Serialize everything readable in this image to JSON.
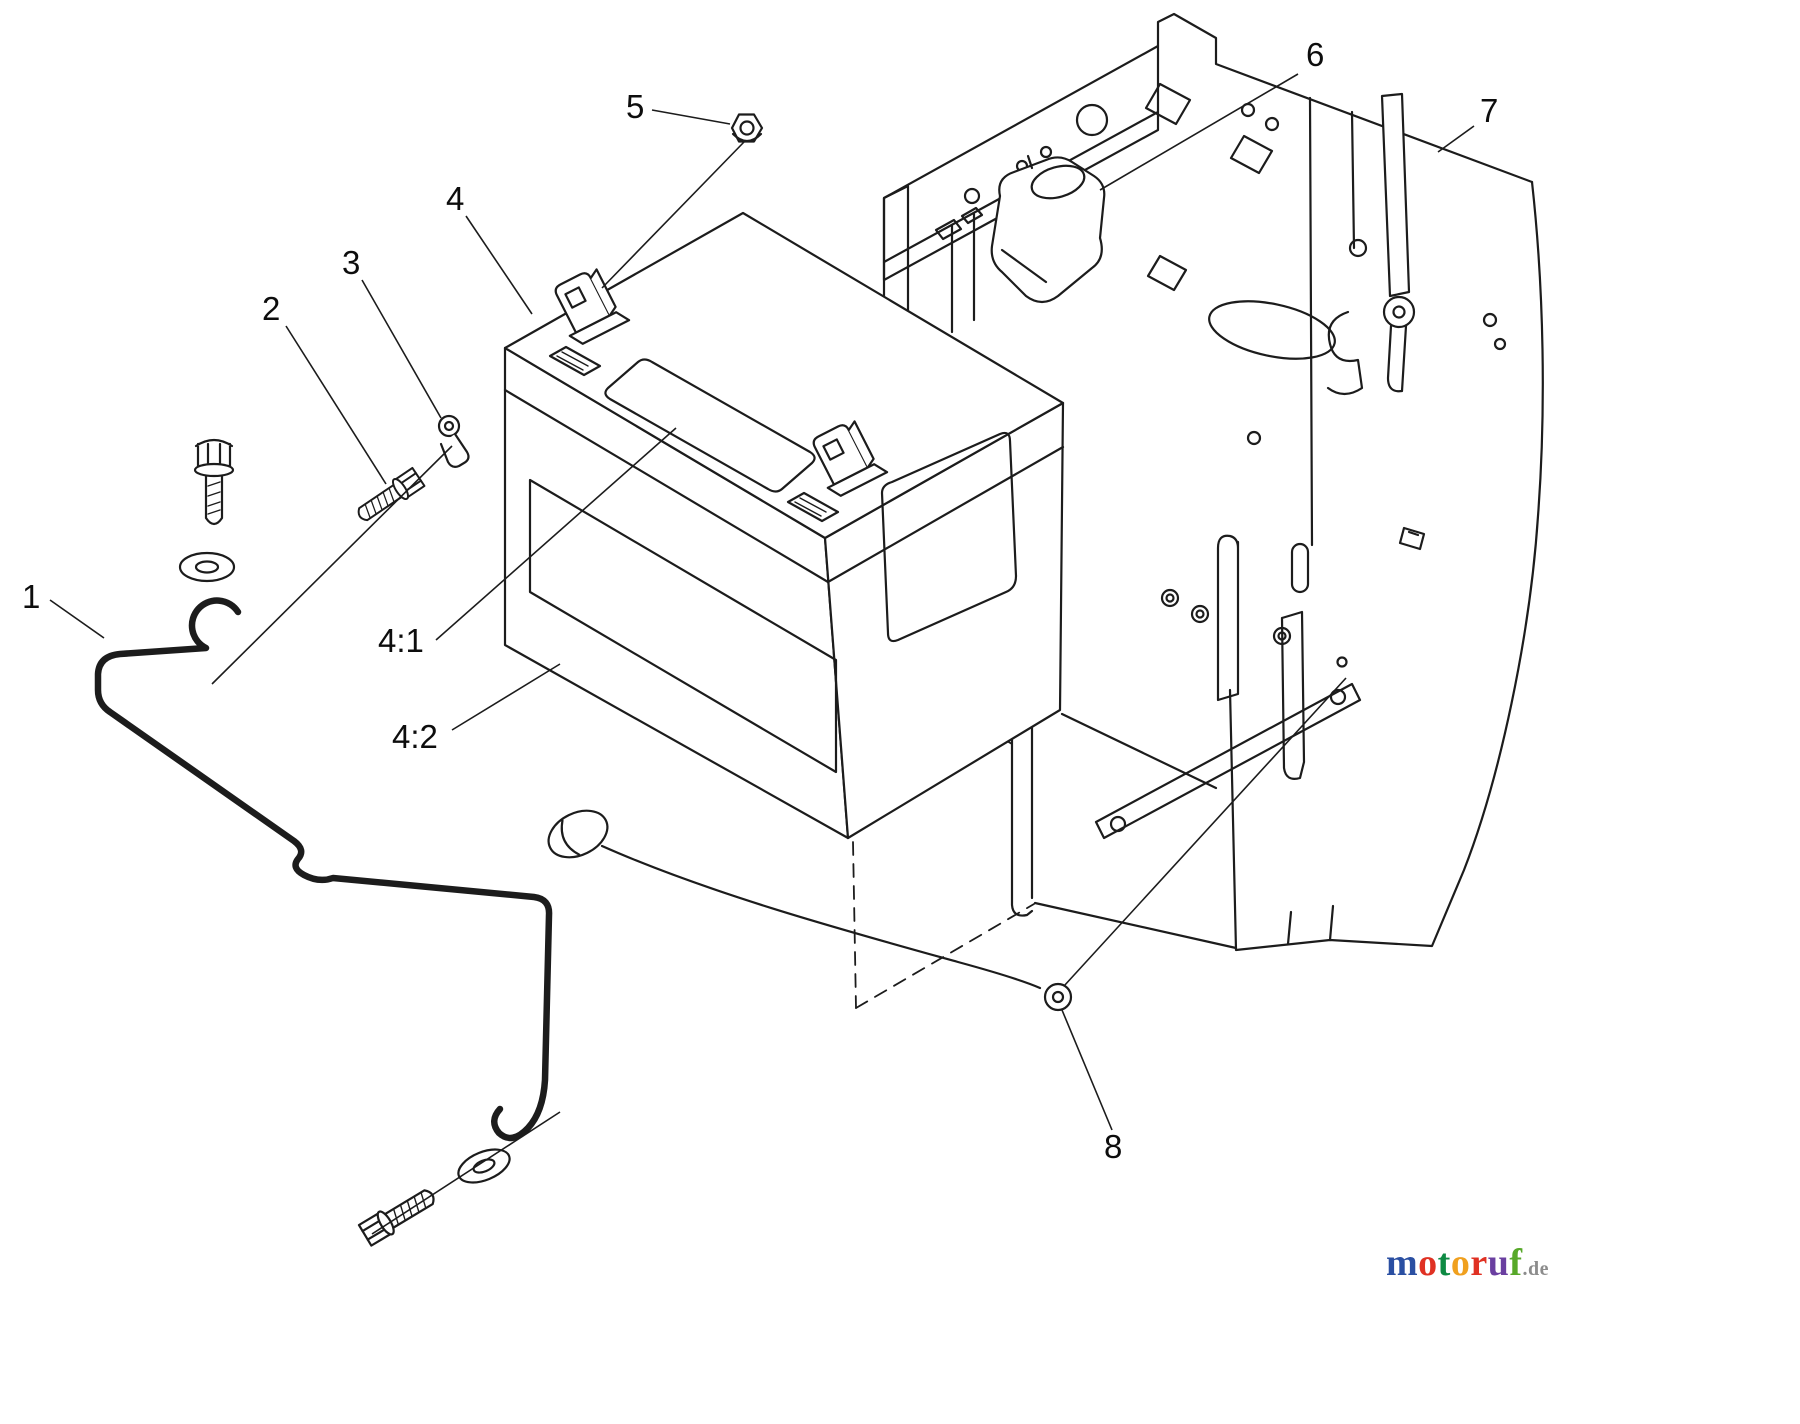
{
  "diagram": {
    "line_color": "#1c1c1c",
    "callouts": [
      {
        "id": "1",
        "label": "1"
      },
      {
        "id": "2",
        "label": "2"
      },
      {
        "id": "3",
        "label": "3"
      },
      {
        "id": "4",
        "label": "4"
      },
      {
        "id": "4-1",
        "label": "4:1"
      },
      {
        "id": "4-2",
        "label": "4:2"
      },
      {
        "id": "5",
        "label": "5"
      },
      {
        "id": "6",
        "label": "6"
      },
      {
        "id": "7",
        "label": "7"
      },
      {
        "id": "8",
        "label": "8"
      }
    ]
  },
  "watermark": {
    "letters": [
      {
        "char": "m",
        "color": "#2a4fa2"
      },
      {
        "char": "o",
        "color": "#e03123"
      },
      {
        "char": "t",
        "color": "#0e8a43"
      },
      {
        "char": "o",
        "color": "#f0a01e"
      },
      {
        "char": "r",
        "color": "#e03123"
      },
      {
        "char": "u",
        "color": "#6a3fa0"
      },
      {
        "char": "f",
        "color": "#57a829"
      }
    ],
    "suffix": ".de",
    "suffix_color": "#8c8c8c"
  }
}
